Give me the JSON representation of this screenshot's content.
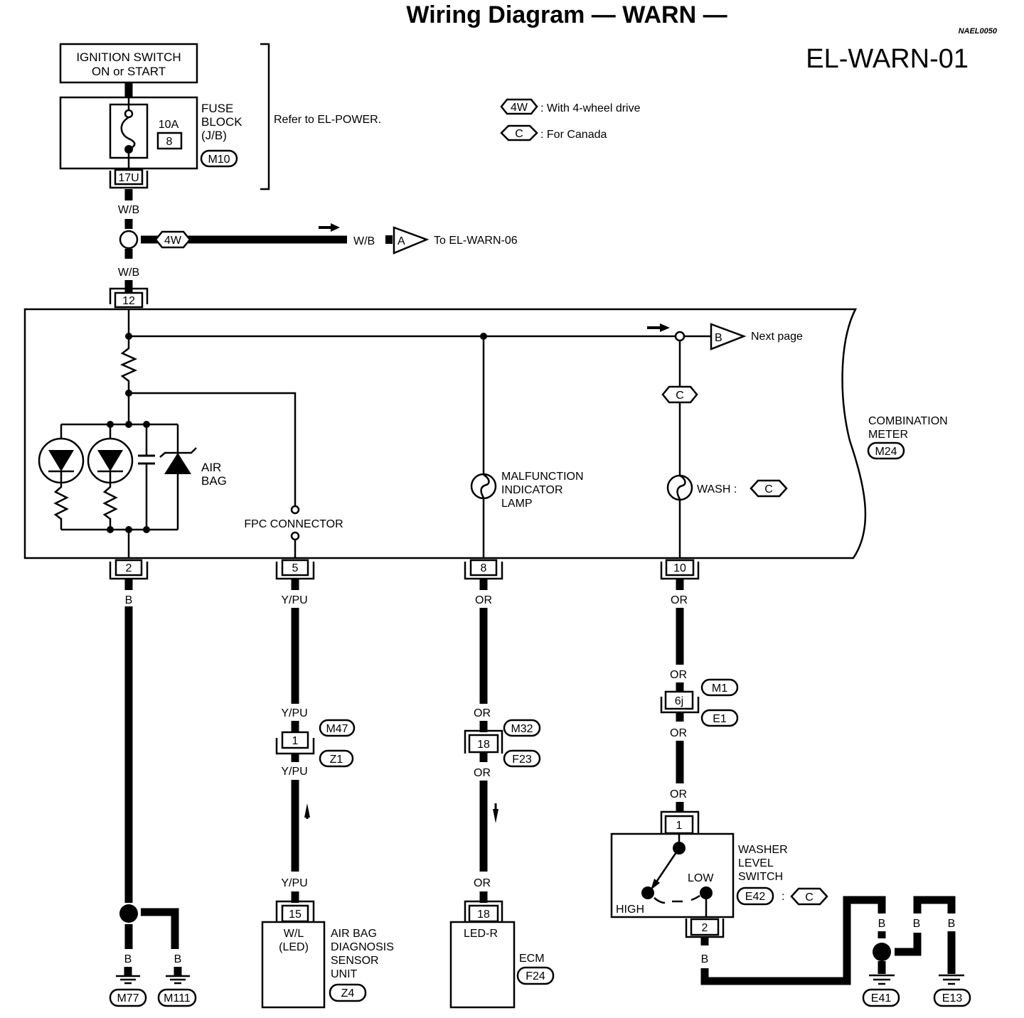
{
  "header": {
    "title": "Wiring Diagram — WARN —",
    "doc_code": "NAEL0050",
    "page_id": "EL-WARN-01"
  },
  "legend": [
    {
      "symbol": "4W",
      "text": ": With 4-wheel drive"
    },
    {
      "symbol": "C",
      "text": ": For Canada"
    }
  ],
  "power": {
    "ignition_line1": "IGNITION SWITCH",
    "ignition_line2": "ON or START",
    "fuse_amp": "10A",
    "fuse_num": "8",
    "fuse_block_l1": "FUSE",
    "fuse_block_l2": "BLOCK",
    "fuse_block_l3": "(J/B)",
    "fuse_block_conn": "M10",
    "fuse_terminal": "17U",
    "refer": "Refer to EL-POWER."
  },
  "feed": {
    "wire1": "W/B",
    "wire2": "W/B",
    "branch_option": "4W",
    "branch_wire": "W/B",
    "branch_connector": "A",
    "branch_dest": "To EL-WARN-06",
    "meter_terminal": "12"
  },
  "meter": {
    "name_l1": "COMBINATION",
    "name_l2": "METER",
    "conn": "M24",
    "next_connector": "B",
    "next_text": "Next page",
    "airbag_l1": "AIR",
    "airbag_l2": "BAG",
    "fpc": "FPC CONNECTOR",
    "mil_l1": "MALFUNCTION",
    "mil_l2": "INDICATOR",
    "mil_l3": "LAMP",
    "wash": "WASH :",
    "wash_option": "C",
    "branch_option": "C"
  },
  "circuits": {
    "ground": {
      "terminal": "2",
      "wire": "B",
      "grounds": [
        {
          "wire": "B",
          "conn": "M77"
        },
        {
          "wire": "B",
          "conn": "M111"
        }
      ]
    },
    "airbag": {
      "terminal": "5",
      "wire_top": "Y/PU",
      "wire_mid1": "Y/PU",
      "joint": "1",
      "joint_conn_top": "M47",
      "joint_conn_bot": "Z1",
      "wire_mid2": "Y/PU",
      "wire_bot": "Y/PU",
      "unit_terminal": "15",
      "unit_inner_l1": "W/L",
      "unit_inner_l2": "(LED)",
      "unit_l1": "AIR BAG",
      "unit_l2": "DIAGNOSIS",
      "unit_l3": "SENSOR",
      "unit_l4": "UNIT",
      "unit_conn": "Z4"
    },
    "ecm": {
      "terminal": "8",
      "wire_top": "OR",
      "wire_mid1": "OR",
      "joint": "18",
      "joint_conn_top": "M32",
      "joint_conn_bot": "F23",
      "wire_mid2": "OR",
      "wire_bot": "OR",
      "unit_terminal": "18",
      "unit_inner": "LED-R",
      "unit_name": "ECM",
      "unit_conn": "F24"
    },
    "washer": {
      "terminal": "10",
      "wire_top": "OR",
      "wire_mid1": "OR",
      "joint": "6j",
      "joint_conn_top": "M1",
      "joint_conn_bot": "E1",
      "wire_mid2": "OR",
      "wire_mid3": "OR",
      "switch_terminal_in": "1",
      "switch_terminal_out": "2",
      "switch_high": "HIGH",
      "switch_low": "LOW",
      "switch_l1": "WASHER",
      "switch_l2": "LEVEL",
      "switch_l3": "SWITCH",
      "switch_conn": "E42",
      "switch_option": "C",
      "out_wire": "B",
      "ground_wires": [
        "B",
        "B",
        "B"
      ],
      "grounds": [
        "E41",
        "E13"
      ]
    }
  }
}
